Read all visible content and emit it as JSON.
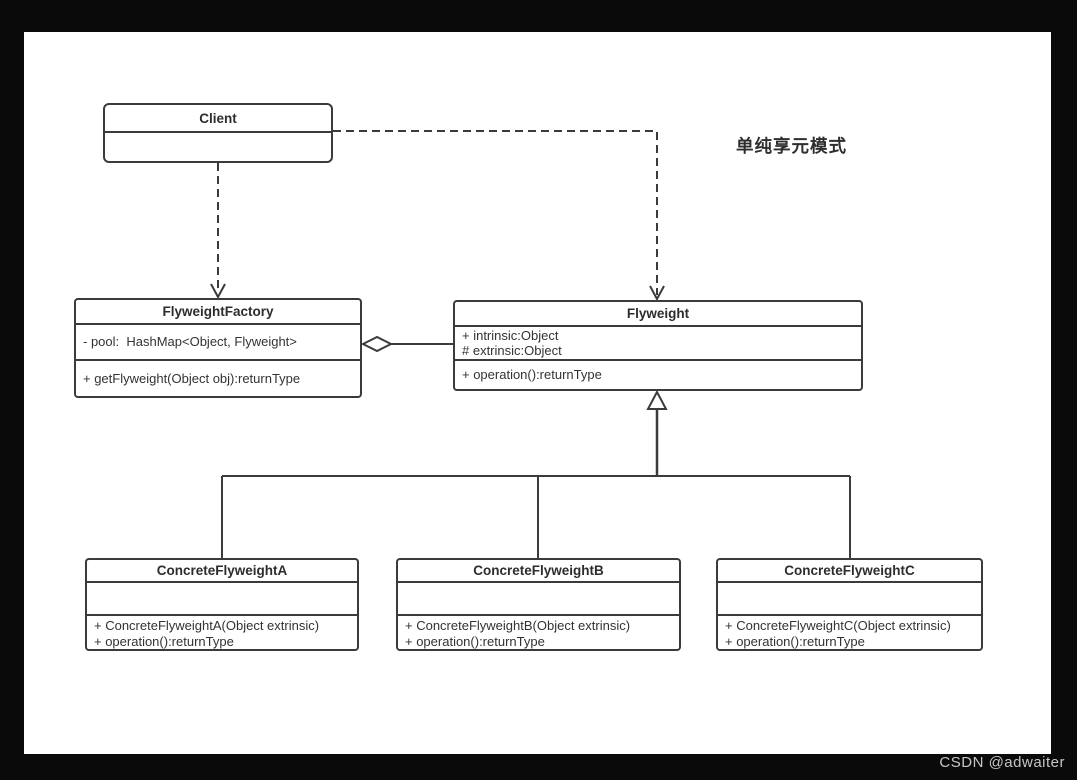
{
  "frame": {
    "watermark": "CSDN @adwaiter"
  },
  "diagram": {
    "title_annotation": "单纯享元模式",
    "classes": [
      {
        "name": "Client",
        "attributes": [],
        "methods": []
      },
      {
        "name": "FlyweightFactory",
        "attributes": [
          "- pool:  HashMap<Object, Flyweight>"
        ],
        "methods": [
          "+ getFlyweight(Object obj):returnType"
        ]
      },
      {
        "name": "Flyweight",
        "attributes": [
          "+ intrinsic:Object",
          "# extrinsic:Object"
        ],
        "methods": [
          "+ operation():returnType"
        ]
      },
      {
        "name": "ConcreteFlyweightA",
        "attributes": [],
        "methods": [
          "+ ConcreteFlyweightA(Object extrinsic)",
          "+ operation():returnType"
        ]
      },
      {
        "name": "ConcreteFlyweightB",
        "attributes": [],
        "methods": [
          "+ ConcreteFlyweightB(Object extrinsic)",
          "+ operation():returnType"
        ]
      },
      {
        "name": "ConcreteFlyweightC",
        "attributes": [],
        "methods": [
          "+ ConcreteFlyweightC(Object extrinsic)",
          "+ operation():returnType"
        ]
      }
    ],
    "relationships": [
      {
        "from": "Client",
        "to": "FlyweightFactory",
        "type": "dependency",
        "line": "dashed",
        "arrow": "open"
      },
      {
        "from": "Client",
        "to": "Flyweight",
        "type": "dependency",
        "line": "dashed",
        "arrow": "open"
      },
      {
        "from": "FlyweightFactory",
        "to": "Flyweight",
        "type": "aggregation",
        "line": "solid",
        "arrow": "open-diamond"
      },
      {
        "from": "ConcreteFlyweightA",
        "to": "Flyweight",
        "type": "generalization",
        "line": "solid",
        "arrow": "hollow-triangle"
      },
      {
        "from": "ConcreteFlyweightB",
        "to": "Flyweight",
        "type": "generalization",
        "line": "solid",
        "arrow": "hollow-triangle"
      },
      {
        "from": "ConcreteFlyweightC",
        "to": "Flyweight",
        "type": "generalization",
        "line": "solid",
        "arrow": "hollow-triangle"
      }
    ]
  },
  "colors": {
    "frame": "#000000",
    "canvas": "#ffffff",
    "line": "#3b3b3b",
    "text": "#333333",
    "watermark": "#c6c6c6"
  }
}
